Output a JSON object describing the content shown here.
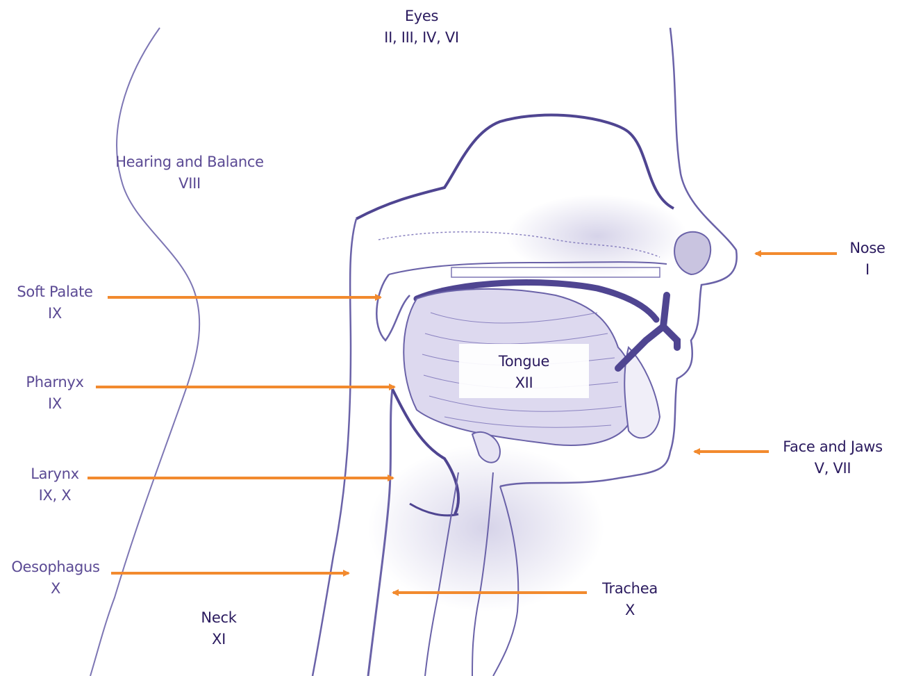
{
  "colors": {
    "label_text": "#5b4a94",
    "label_text_dark": "#2a1a5e",
    "sketch": "#6a62a8",
    "sketch_dark": "#4f4591",
    "arrow": "#f28a2e"
  },
  "labels": {
    "eyes": {
      "name": "Eyes",
      "nerves": "II, III, IV, VI"
    },
    "hearing": {
      "name": "Hearing and Balance",
      "nerves": "VIII"
    },
    "nose": {
      "name": "Nose",
      "nerves": "I"
    },
    "soft_palate": {
      "name": "Soft Palate",
      "nerves": "IX"
    },
    "pharnyx": {
      "name": "Pharnyx",
      "nerves": "IX"
    },
    "tongue": {
      "name": "Tongue",
      "nerves": "XII"
    },
    "larynx": {
      "name": "Larynx",
      "nerves": "IX, X"
    },
    "face_jaws": {
      "name": "Face and Jaws",
      "nerves": "V, VII"
    },
    "oesophagus": {
      "name": "Oesophagus",
      "nerves": "X"
    },
    "trachea": {
      "name": "Trachea",
      "nerves": "X"
    },
    "neck": {
      "name": "Neck",
      "nerves": "XI"
    }
  }
}
